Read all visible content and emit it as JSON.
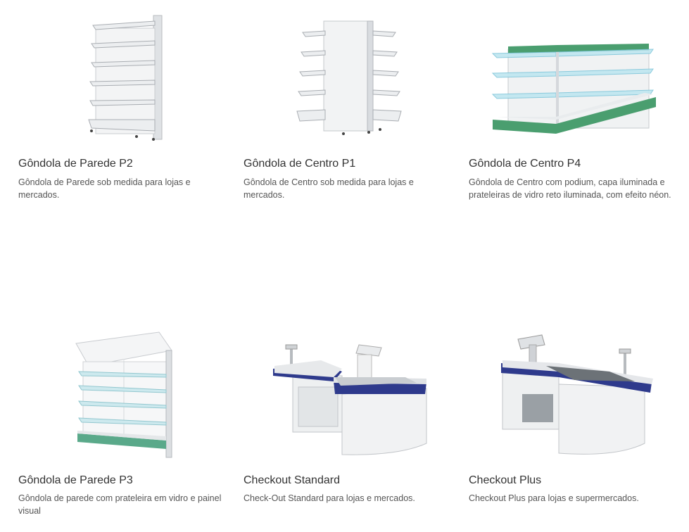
{
  "products": [
    {
      "title": "Gôndola de Parede P2",
      "description": "Gôndola de Parede sob medida para lojas e mercados.",
      "image_icon": "wall-gondola-shelf-icon"
    },
    {
      "title": "Gôndola de Centro P1",
      "description": "Gôndola de Centro sob medida para lojas e mercados.",
      "image_icon": "center-gondola-shelf-icon"
    },
    {
      "title": "Gôndola de Centro P4",
      "description": "Gôndola de Centro com podium, capa iluminada e prateleiras de vidro reto iluminada, com efeito néon.",
      "image_icon": "illuminated-center-gondola-icon"
    },
    {
      "title": "Gôndola de Parede P3",
      "description": "Gôndola de parede com prateleira em vidro e painel visual",
      "image_icon": "glass-wall-gondola-icon"
    },
    {
      "title": "Checkout Standard",
      "description": "Check-Out Standard para lojas e mercados.",
      "image_icon": "checkout-counter-icon"
    },
    {
      "title": "Checkout Plus",
      "description": "Checkout Plus para lojas e supermercados.",
      "image_icon": "checkout-plus-counter-icon"
    }
  ],
  "colors": {
    "title": "#333333",
    "description": "#555555",
    "shelf_metal": "#e8eaec",
    "accent_green": "#4a9e6f",
    "accent_navy": "#2e3a8c",
    "glass": "#bfe6f0"
  }
}
